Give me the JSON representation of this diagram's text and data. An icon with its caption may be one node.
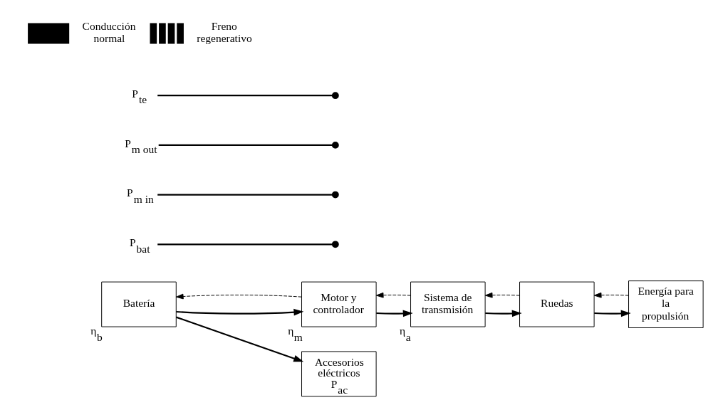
{
  "diagram": {
    "nodes": [
      {
        "text": [
          "Batería"
        ],
        "beside": [
          "η$_{b}$"
        ]
      },
      {
        "text": [
          "Motor y controlador"
        ],
        "beside": [
          "η$_{m}$"
        ]
      },
      {
        "text": [
          "Sistema de transmisión"
        ],
        "beside": [
          "η$_{a}$"
        ]
      },
      {
        "text": [
          "Ruedas"
        ]
      },
      {
        "text": [
          "Accesorios eléctricos",
          "P$_{ac}$"
        ]
      },
      {
        "text": [
          "Energía para la propulsión"
        ]
      },
      {
        "text": [
          "P$_{bat}$"
        ]
      },
      {
        "text": [
          "P$_{m in}$"
        ]
      },
      {
        "text": [
          "P$_{m out}$"
        ]
      },
      {
        "text": [
          "P$_{te}$"
        ]
      }
    ],
    "edges": [
      {
        "from": 0,
        "to": 1,
        "arrow": "to"
      },
      {
        "from": 1,
        "to": 0,
        "arrow": "to",
        "style": "dashed"
      },
      {
        "from": 0,
        "to": 4,
        "arrow": "to"
      },
      {
        "from": 1,
        "to": 2,
        "arrow": "to"
      },
      {
        "from": 2,
        "to": 1,
        "arrow": "to",
        "style": "dashed"
      },
      {
        "from": 2,
        "to": 3,
        "arrow": "to"
      },
      {
        "from": 3,
        "to": 2,
        "arrow": "to",
        "style": "dashed"
      },
      {
        "from": 3,
        "to": 5,
        "arrow": "to"
      },
      {
        "from": 5,
        "to": 3,
        "arrow": "to",
        "style": "dashed"
      },
      {
        "from": 6,
        "to": null,
        "arrow": "other"
      },
      {
        "from": 7,
        "to": null,
        "arrow": "other"
      },
      {
        "from": 8,
        "to": null,
        "arrow": "other"
      },
      {
        "from": 9,
        "to": null,
        "arrow": "other"
      }
    ],
    "legend": [
      {
        "text": "Conducción normal"
      },
      {
        "text": "Freno regenerativo"
      }
    ]
  }
}
